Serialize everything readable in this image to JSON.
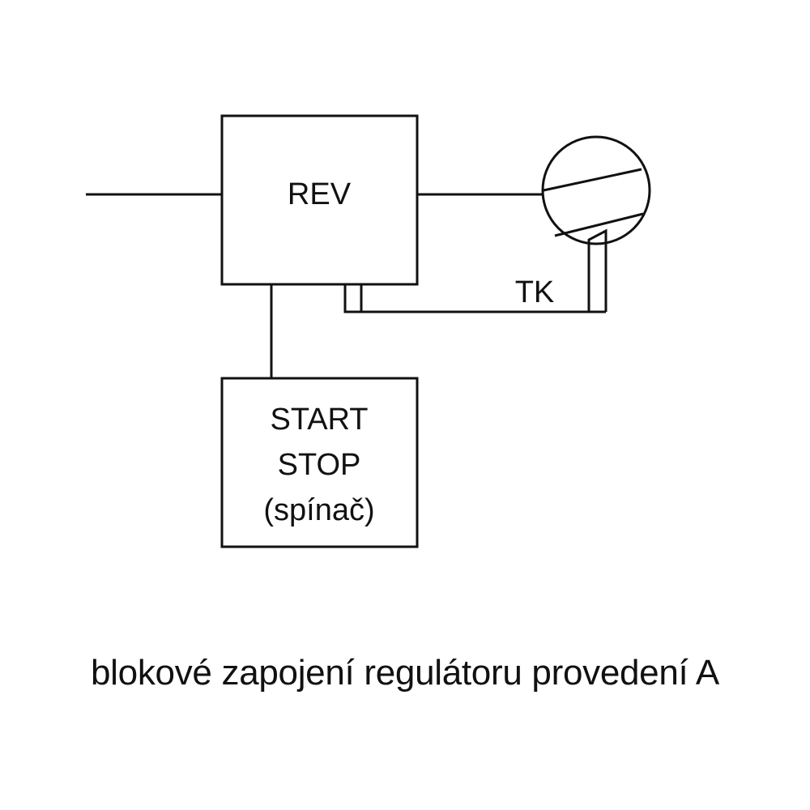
{
  "diagram": {
    "rev_label": "REV",
    "start_stop_lines": [
      "START",
      "STOP",
      "(spínač)"
    ],
    "tk_label": "TK",
    "caption": "blokové zapojení regulátoru provedení A"
  }
}
